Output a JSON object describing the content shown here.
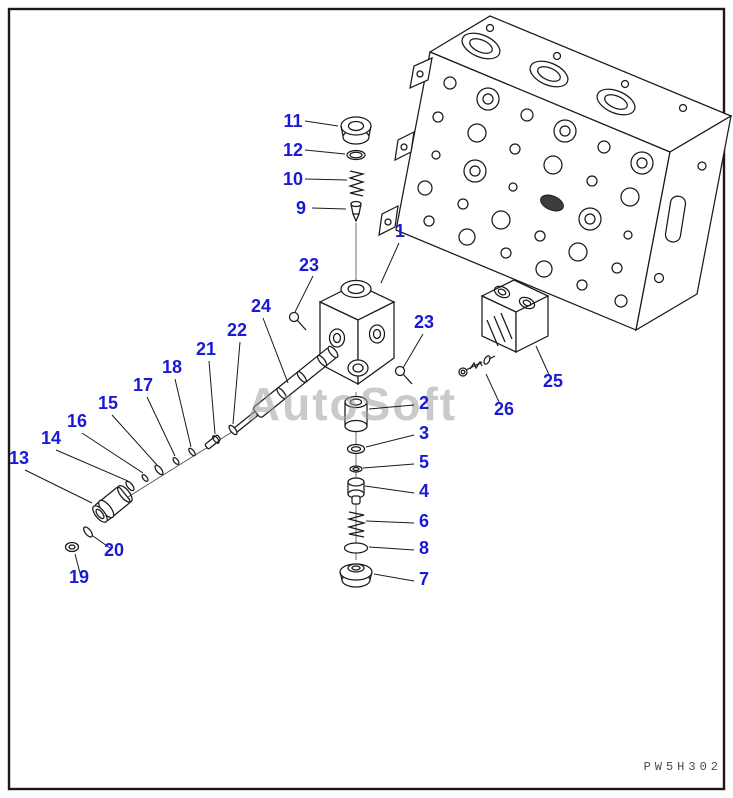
{
  "page": {
    "watermark": "AutoSoft",
    "doc_code": "PW5H302"
  },
  "diagram": {
    "type": "exploded-parts-diagram",
    "description": "Hydraulic control valve assembly exploded view with numbered part callouts",
    "colors": {
      "accent": "#1a1ad6",
      "ink": "#1a1a1a",
      "watermark": "#a0a0a0"
    },
    "labels": {
      "p1": "1",
      "p2": "2",
      "p3": "3",
      "p4": "4",
      "p5": "5",
      "p6": "6",
      "p7": "7",
      "p8": "8",
      "p9": "9",
      "p10": "10",
      "p11": "11",
      "p12": "12",
      "p13": "13",
      "p14": "14",
      "p15": "15",
      "p16": "16",
      "p17": "17",
      "p18": "18",
      "p19": "19",
      "p20": "20",
      "p21": "21",
      "p22": "22",
      "p23": "23",
      "p24": "24",
      "p25": "25",
      "p26": "26"
    }
  }
}
